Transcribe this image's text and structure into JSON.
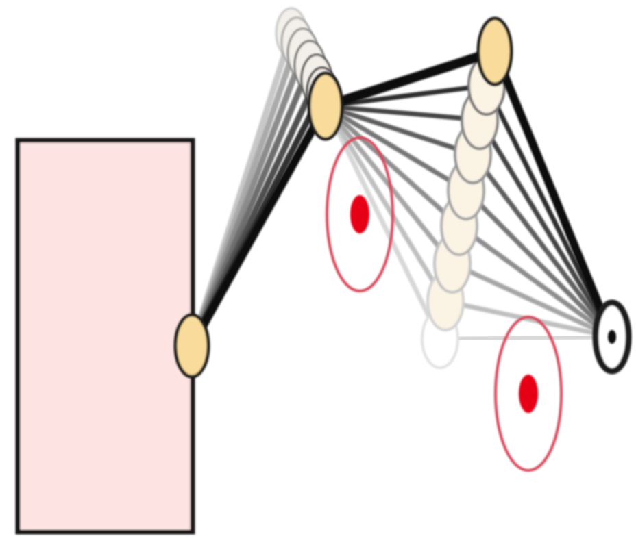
{
  "colors": {
    "background": "#ffffff",
    "base_block_fill": "#fde3e1",
    "base_block_stroke": "#141414",
    "link": "#111111",
    "joint_fill": "#f9dc9c",
    "joint_stroke": "#1a1a1a",
    "ghost_joint_fill": "#fbf3e4",
    "ghost_joint_stroke": "#c9c9c9",
    "target_ring": "#d9465a",
    "target_dot": "#e60012",
    "end_effector_fill": "#ffffff",
    "end_effector_dot": "#111111"
  },
  "diagram": {
    "base_block": {
      "name": "base-block"
    },
    "joints": [
      "joint-base",
      "joint-shoulder",
      "joint-elbow"
    ],
    "end_effector": {
      "name": "end-effector"
    },
    "targets": [
      "target-upper",
      "target-lower"
    ],
    "motion_trail": {
      "name": "motion-trail",
      "ghost_count": 6
    }
  }
}
